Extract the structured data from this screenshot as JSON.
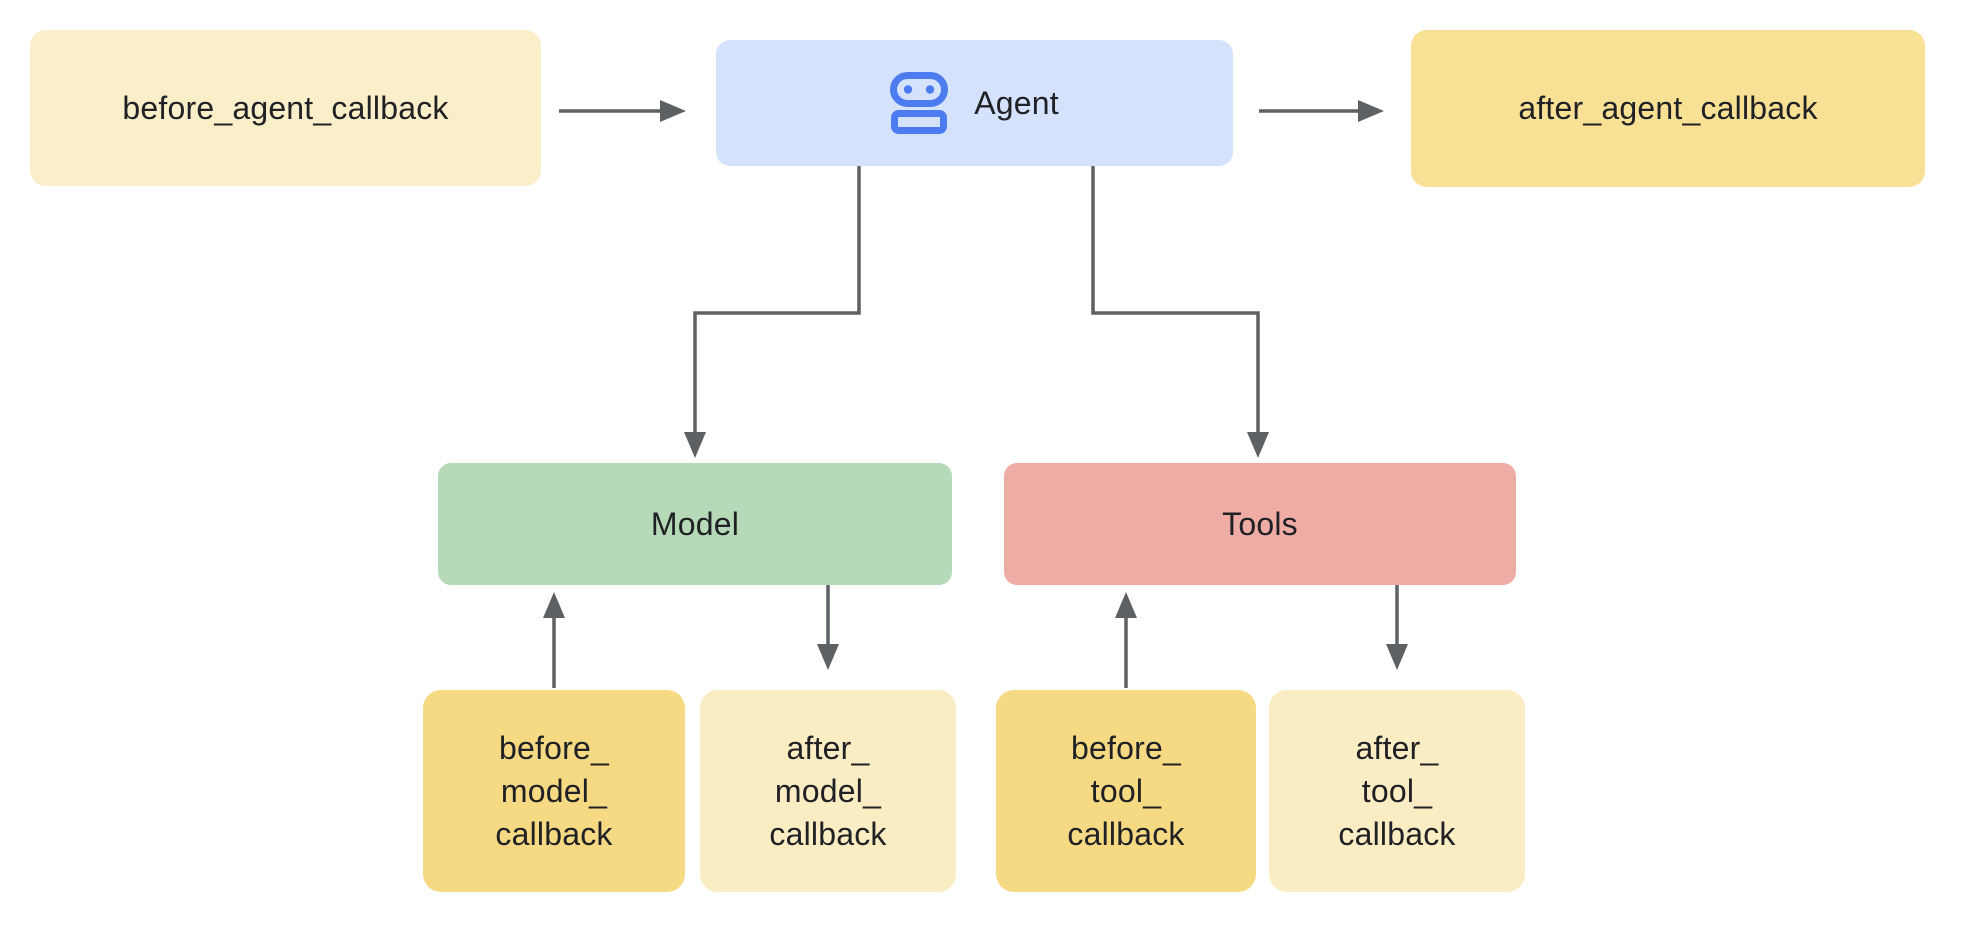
{
  "diagram": {
    "background": "#ffffff",
    "connector_color": "#5E6163",
    "text_color": "#202124",
    "nodes": {
      "before_agent": {
        "label": "before_agent_callback",
        "fill": "#FAEFC9"
      },
      "agent": {
        "label": "Agent",
        "fill": "#D4E3FB",
        "icon": "robot-icon",
        "icon_color": "#4D7CF0"
      },
      "after_agent": {
        "label": "after_agent_callback",
        "fill": "#F8E095"
      },
      "model": {
        "label": "Model",
        "fill": "#B6D9B7"
      },
      "tools": {
        "label": "Tools",
        "fill": "#EFACA5"
      },
      "before_model": {
        "lines": [
          "before_",
          "model_",
          "callback"
        ],
        "fill": "#F6D983"
      },
      "after_model": {
        "lines": [
          "after_",
          "model_",
          "callback"
        ],
        "fill": "#FAEDC3"
      },
      "before_tool": {
        "lines": [
          "before_",
          "tool_",
          "callback"
        ],
        "fill": "#F6D983"
      },
      "after_tool": {
        "lines": [
          "after_",
          "tool_",
          "callback"
        ],
        "fill": "#FAEDC3"
      }
    },
    "edges": [
      {
        "from": "before_agent",
        "to": "agent"
      },
      {
        "from": "agent",
        "to": "after_agent"
      },
      {
        "from": "agent",
        "to": "model"
      },
      {
        "from": "agent",
        "to": "tools"
      },
      {
        "from": "before_model",
        "to": "model"
      },
      {
        "from": "model",
        "to": "after_model"
      },
      {
        "from": "before_tool",
        "to": "tools"
      },
      {
        "from": "tools",
        "to": "after_tool"
      }
    ]
  }
}
